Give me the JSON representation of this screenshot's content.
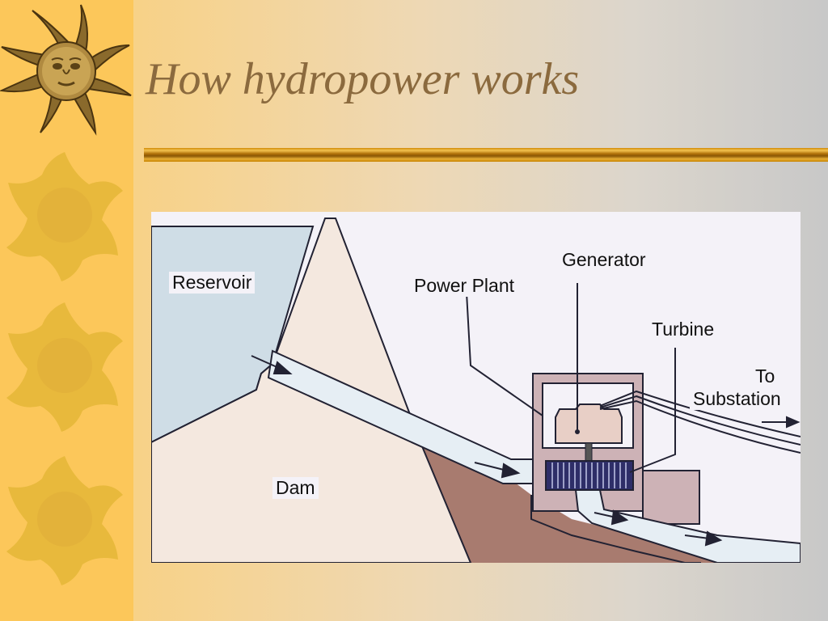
{
  "slide": {
    "title": "How hydropower works"
  },
  "colors": {
    "left_strip": "#fcc75a",
    "title_text": "#8b6a3e",
    "rule": "#b97a0a",
    "sun_gold": "#e8b93c",
    "reservoir_water": "#cfdde6",
    "dam_concrete": "#f4e8df",
    "earth": "#a87b6f",
    "power_plant": "#cdb2b6",
    "turbine": "#2e2e68"
  },
  "diagram": {
    "labels": {
      "reservoir": "Reservoir",
      "dam": "Dam",
      "power_plant": "Power Plant",
      "generator": "Generator",
      "turbine": "Turbine",
      "to": "To",
      "substation": "Substation"
    }
  },
  "icons": [
    "sun-face-icon",
    "sun-icon"
  ]
}
